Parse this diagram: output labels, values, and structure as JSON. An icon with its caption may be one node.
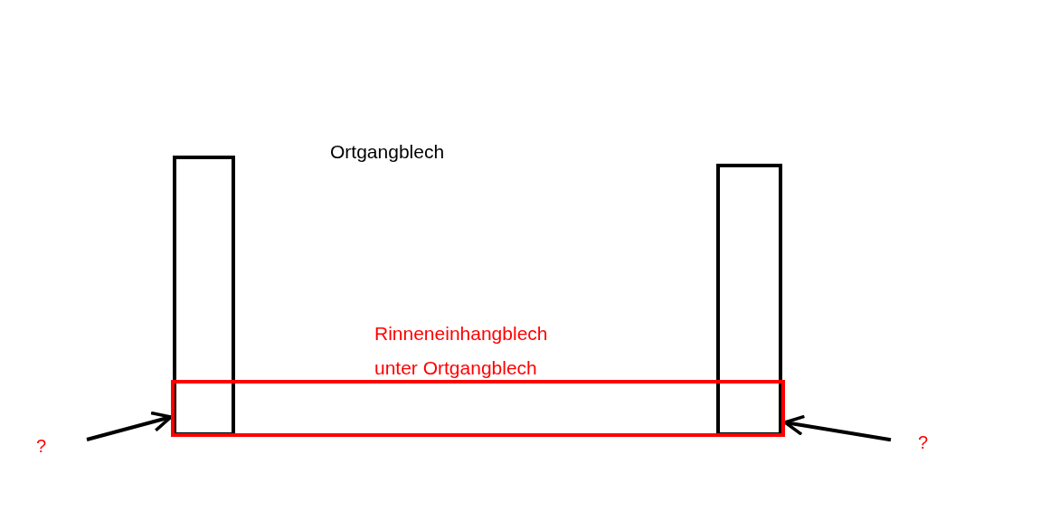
{
  "diagram": {
    "nodes": [
      {
        "text": [],
        "shape": "box"
      },
      {
        "text": [],
        "shape": "box"
      },
      {
        "text": [
          "Rinneneinhangblech unter Ortgangblech"
        ]
      },
      {
        "text": [
          "?"
        ]
      },
      {
        "text": [
          "?"
        ]
      }
    ],
    "edges": [
      {
        "from": 3,
        "to": 2,
        "arrow": "to"
      },
      {
        "from": 4,
        "to": 2,
        "arrow": "to"
      }
    ],
    "labels": [
      "Ortgangblech"
    ]
  }
}
